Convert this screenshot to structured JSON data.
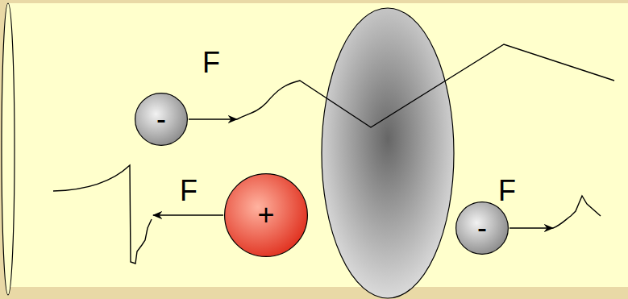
{
  "diagram": {
    "nodes": [
      {
        "text": [
          "-"
        ]
      },
      {
        "text": [
          "+"
        ]
      },
      {
        "text": [
          "-"
        ]
      }
    ],
    "labels": [
      "F",
      "F",
      "F"
    ]
  }
}
